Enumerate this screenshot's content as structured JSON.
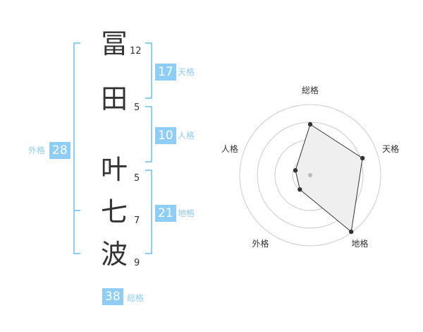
{
  "name": {
    "chars": [
      {
        "char": "冨",
        "strokes": "12"
      },
      {
        "char": "田",
        "strokes": "5"
      },
      {
        "char": "叶",
        "strokes": "5"
      },
      {
        "char": "七",
        "strokes": "7"
      },
      {
        "char": "波",
        "strokes": "9"
      }
    ]
  },
  "fortune": {
    "tenkaku": {
      "value": "17",
      "label": "天格"
    },
    "jinkaku": {
      "value": "10",
      "label": "人格"
    },
    "chikaku": {
      "value": "21",
      "label": "地格"
    },
    "gaikaku": {
      "value": "28",
      "label": "外格"
    },
    "soukaku": {
      "value": "38",
      "label": "総格"
    }
  },
  "colors": {
    "accent": "#8ecdf5",
    "text": "#333333",
    "grid": "#cccccc"
  },
  "chart_data": {
    "type": "radar",
    "axes": [
      "総格",
      "天格",
      "地格",
      "外格",
      "人格"
    ],
    "values": [
      0.72,
      0.78,
      0.99,
      0.25,
      0.22
    ],
    "rmax": 1,
    "rings": 4
  }
}
